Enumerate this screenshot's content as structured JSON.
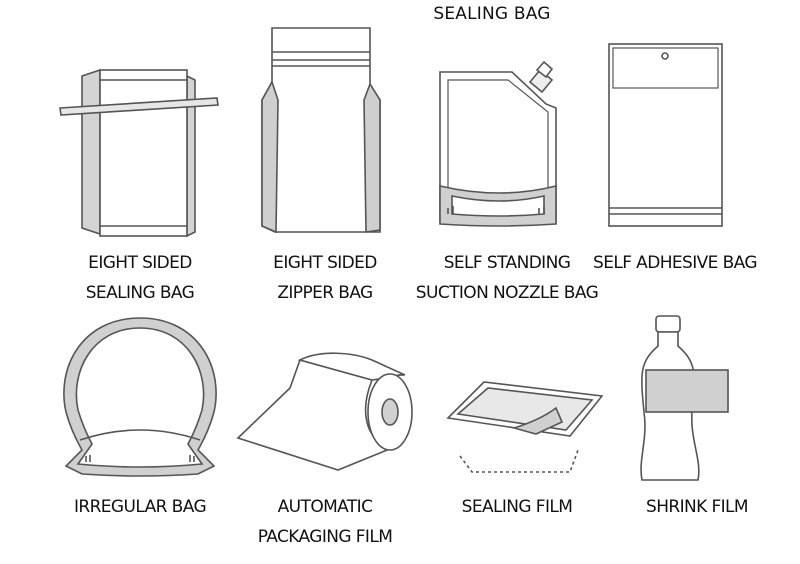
{
  "header": {
    "title": "SEALING BAG"
  },
  "items": [
    {
      "name": "eight-sided-sealing-bag",
      "lines": [
        "EIGHT SIDED",
        "SEALING BAG"
      ]
    },
    {
      "name": "eight-sided-zipper-bag",
      "lines": [
        "EIGHT SIDED",
        "ZIPPER BAG"
      ]
    },
    {
      "name": "self-standing-suction-nozzle-bag",
      "lines": [
        "SELF STANDING",
        "SUCTION NOZZLE BAG"
      ]
    },
    {
      "name": "self-adhesive-bag",
      "lines": [
        "SELF ADHESIVE BAG"
      ]
    },
    {
      "name": "irregular-bag",
      "lines": [
        "IRREGULAR BAG"
      ]
    },
    {
      "name": "automatic-packaging-film",
      "lines": [
        "AUTOMATIC",
        "PACKAGING FILM"
      ]
    },
    {
      "name": "sealing-film",
      "lines": [
        "SEALING FILM"
      ]
    },
    {
      "name": "shrink-film",
      "lines": [
        "SHRINK FILM"
      ]
    }
  ],
  "colors": {
    "outline": "#555555",
    "fill_gray": "#cfcfcf",
    "panel": "#ffffff"
  }
}
